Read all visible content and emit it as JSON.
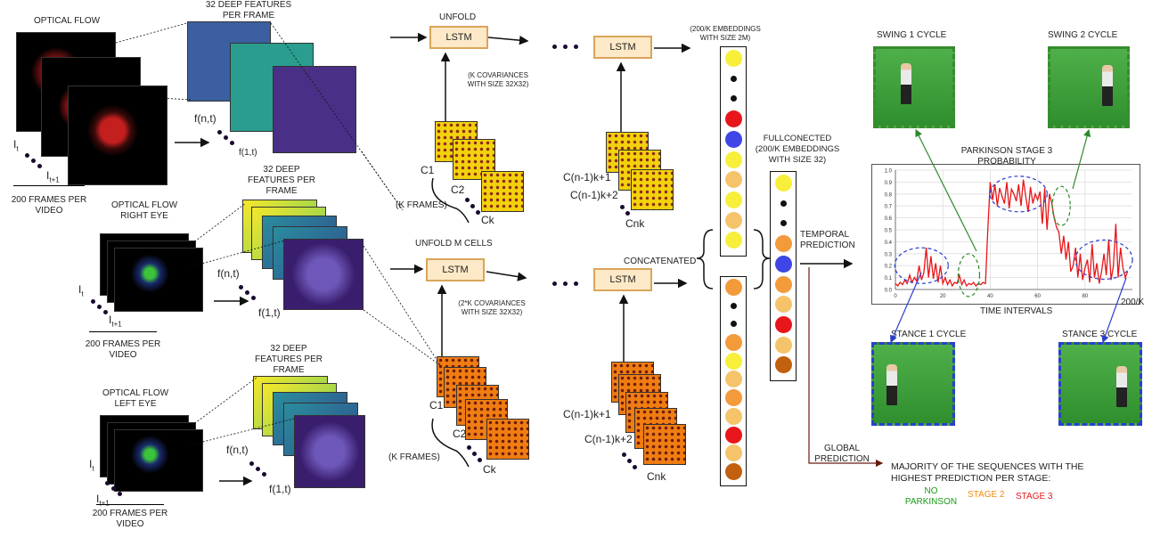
{
  "left": {
    "optical_flow": "OPTICAL FLOW",
    "optical_flow_right": "OPTICAL FLOW\nRIGHT EYE",
    "optical_flow_left": "OPTICAL FLOW\nLEFT EYE",
    "frames_per_video": "200 FRAMES PER\nVIDEO",
    "frames_per_video_1": "200 FRAMES PER\nVIDEO",
    "frames_per_video_2": "200 FRAMES PER\nVIDEO",
    "it": "I",
    "it_sub": "t",
    "it1_sub": "t+1"
  },
  "features": {
    "top": "32 DEEP FEATURES\nPER FRAME",
    "mid": "32 DEEP\nFEATURES PER\nFRAME",
    "bot": "32 DEEP\nFEATURES PER\nFRAME",
    "fnt": "f(n,t)",
    "f1t": "f(1,t)"
  },
  "top_branch": {
    "unfold": "UNFOLD",
    "lstm": "LSTM",
    "cov": "(K COVARIANCES\nWITH SIZE 32X32)",
    "c1": "C1",
    "c2": "C2",
    "ck": "Ck",
    "kframes": "(K FRAMES)",
    "cn1": "C(n-1)k+1",
    "cn2": "C(n-1)k+2",
    "cnk": "Cnk",
    "embeddings": "(200/K EMBEDDINGS\nWITH SIZE 2M)"
  },
  "bottom_branch": {
    "unfold": "UNFOLD M CELLS",
    "lstm": "LSTM",
    "cov": "(2*K COVARIANCES\nWITH SIZE 32X32)",
    "c1": "C1",
    "c2": "C2",
    "ck": "Ck",
    "kframes": "(K FRAMES)",
    "cn1": "C(n-1)k+1",
    "cn2": "C(n-1)k+2",
    "cnk": "Cnk"
  },
  "center": {
    "concatenated": "CONCATENATED",
    "fullconnected": "FULLCONECTED\n(200/K EMBEDDINGS\nWITH SIZE 32)",
    "temporal": "TEMPORAL\nPREDICTION",
    "global": "GLOBAL\nPREDICTION"
  },
  "colors": {
    "yellow": "#f7ef3a",
    "orange": "#f39a3a",
    "pale_orange": "#f5c46a",
    "red": "#e8161a",
    "blue": "#3e46e6",
    "brown": "#c2600f",
    "black": "#111111",
    "swing_border": "#3a8a2e",
    "stance_border": "#2a3fcc",
    "lstm_border": "#d9a55a"
  },
  "top_embed_colors": [
    "yellow",
    "black",
    "black",
    "red",
    "blue",
    "yellow",
    "pale_orange",
    "yellow",
    "pale_orange",
    "yellow"
  ],
  "bot_embed_colors": [
    "orange",
    "black",
    "black",
    "orange",
    "yellow",
    "pale_orange",
    "orange",
    "pale_orange",
    "red",
    "pale_orange",
    "brown"
  ],
  "fc_colors": [
    "yellow",
    "black",
    "black",
    "orange",
    "blue",
    "orange",
    "pale_orange",
    "red",
    "pale_orange",
    "brown"
  ],
  "right": {
    "swing1": "SWING 1 CYCLE",
    "swing2": "SWING 2 CYCLE",
    "stance1": "STANCE 1 CYCLE",
    "stance3": "STANCE 3 CYCLE",
    "majority": "MAJORITY OF THE SEQUENCES WITH THE\nHIGHEST PREDICTION PER STAGE:",
    "no_parkinson": "NO\nPARKINSON",
    "stage2": "STAGE 2",
    "stage3": "STAGE 3",
    "no_parkinson_color": "#1a9a1a",
    "stage2_color": "#f08a12",
    "stage3_color": "#e8161a"
  },
  "chart_data": {
    "type": "line",
    "title": "PARKINSON STAGE 3\nPROBABILITY",
    "xlabel": "TIME INTERVALS",
    "x_end_label": "200/K",
    "xlim": [
      0,
      100
    ],
    "ylim": [
      0,
      1.0
    ],
    "xticks": [
      "0",
      "20",
      "40",
      "60",
      "80"
    ],
    "xtick_values": [
      0,
      20,
      40,
      60,
      80
    ],
    "yticks": [
      "0.0",
      "0.1",
      "0.2",
      "0.3",
      "0.4",
      "0.5",
      "0.6",
      "0.7",
      "0.8",
      "0.9",
      "1.0"
    ],
    "ytick_values": [
      0,
      0.1,
      0.2,
      0.3,
      0.4,
      0.5,
      0.6,
      0.7,
      0.8,
      0.9,
      1.0
    ],
    "grid": true,
    "series": [
      {
        "color": "#e8161a",
        "x": [
          0,
          1,
          2,
          3,
          4,
          5,
          6,
          7,
          8,
          9,
          10,
          11,
          12,
          13,
          14,
          15,
          16,
          17,
          18,
          19,
          20,
          21,
          22,
          23,
          24,
          25,
          26,
          27,
          28,
          29,
          30,
          31,
          32,
          33,
          34,
          35,
          36,
          37,
          38,
          39,
          40,
          41,
          42,
          43,
          44,
          45,
          46,
          47,
          48,
          49,
          50,
          51,
          52,
          53,
          54,
          55,
          56,
          57,
          58,
          59,
          60,
          61,
          62,
          63,
          64,
          65,
          66,
          67,
          68,
          69,
          70,
          71,
          72,
          73,
          74,
          75,
          76,
          77,
          78,
          79,
          80,
          81,
          82,
          83,
          84,
          85,
          86,
          87,
          88,
          89,
          90,
          91,
          92,
          93,
          94,
          95,
          96,
          97,
          98
        ],
        "y": [
          0.05,
          0.03,
          0.06,
          0.04,
          0.08,
          0.05,
          0.12,
          0.06,
          0.1,
          0.07,
          0.2,
          0.08,
          0.14,
          0.35,
          0.1,
          0.28,
          0.09,
          0.22,
          0.06,
          0.2,
          0.05,
          0.1,
          0.04,
          0.08,
          0.03,
          0.06,
          0.05,
          0.12,
          0.04,
          0.08,
          0.03,
          0.05,
          0.04,
          0.06,
          0.03,
          0.05,
          0.04,
          0.06,
          0.05,
          0.5,
          0.9,
          0.75,
          0.88,
          0.7,
          0.85,
          0.78,
          0.72,
          0.9,
          0.68,
          0.84,
          0.8,
          0.74,
          0.88,
          0.7,
          0.92,
          0.78,
          0.65,
          0.86,
          0.72,
          0.8,
          0.75,
          0.82,
          0.55,
          0.85,
          0.5,
          0.8,
          0.72,
          0.6,
          0.52,
          0.48,
          0.3,
          0.45,
          0.25,
          0.4,
          0.15,
          0.2,
          0.35,
          0.1,
          0.3,
          0.08,
          0.18,
          0.25,
          0.06,
          0.38,
          0.1,
          0.22,
          0.05,
          0.15,
          0.3,
          0.12,
          0.42,
          0.08,
          0.2,
          0.55,
          0.1,
          0.35,
          0.18,
          0.1,
          0.15
        ]
      }
    ]
  }
}
